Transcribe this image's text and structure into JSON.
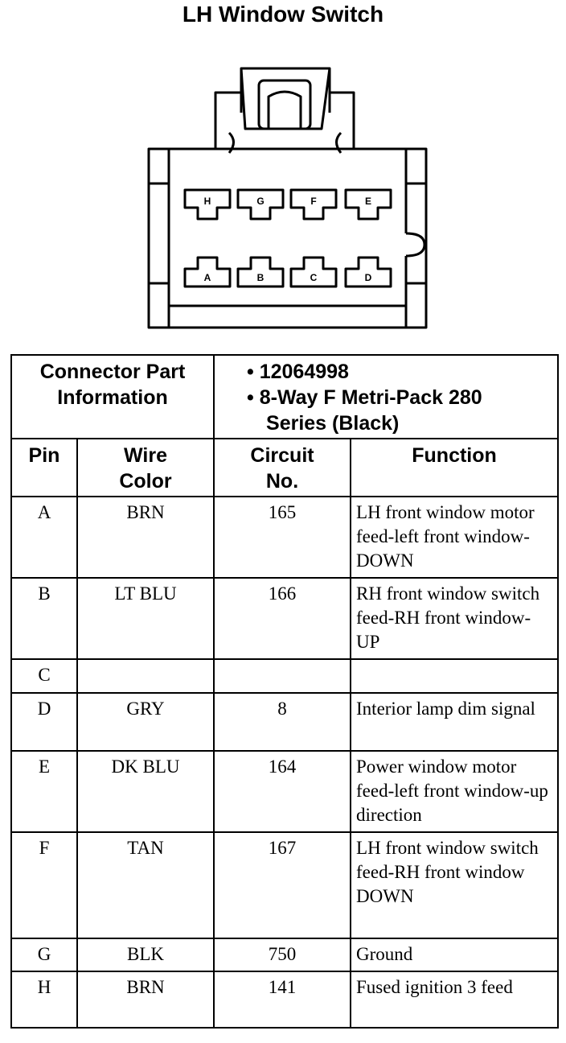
{
  "title": "LH Window Switch",
  "connector": {
    "cavities_top": [
      "H",
      "G",
      "F",
      "E"
    ],
    "cavities_bottom": [
      "A",
      "B",
      "C",
      "D"
    ]
  },
  "info": {
    "label": "Connector Part Information",
    "part_number": "• 12064998",
    "description_line1": "• 8-Way F Metri-Pack 280",
    "description_line2": "Series (Black)"
  },
  "columns": {
    "pin": "Pin",
    "wire_color_1": "Wire",
    "wire_color_2": "Color",
    "circuit_1": "Circuit",
    "circuit_2": "No.",
    "function": "Function"
  },
  "rows": [
    {
      "pin": "A",
      "color": "BRN",
      "circuit": "165",
      "function": "LH front window motor feed-left front window-DOWN"
    },
    {
      "pin": "B",
      "color": "LT BLU",
      "circuit": "166",
      "function": "RH front window switch feed-RH front window-UP"
    },
    {
      "pin": "C",
      "color": "",
      "circuit": "",
      "function": ""
    },
    {
      "pin": "D",
      "color": "GRY",
      "circuit": "8",
      "function": "Interior lamp dim signal"
    },
    {
      "pin": "E",
      "color": "DK BLU",
      "circuit": "164",
      "function": "Power window motor feed-left front window-up direction"
    },
    {
      "pin": "F",
      "color": "TAN",
      "circuit": "167",
      "function": "LH front window switch feed-RH front window DOWN"
    },
    {
      "pin": "G",
      "color": "BLK",
      "circuit": "750",
      "function": "Ground"
    },
    {
      "pin": "H",
      "color": "BRN",
      "circuit": "141",
      "function": "Fused ignition 3 feed"
    }
  ]
}
